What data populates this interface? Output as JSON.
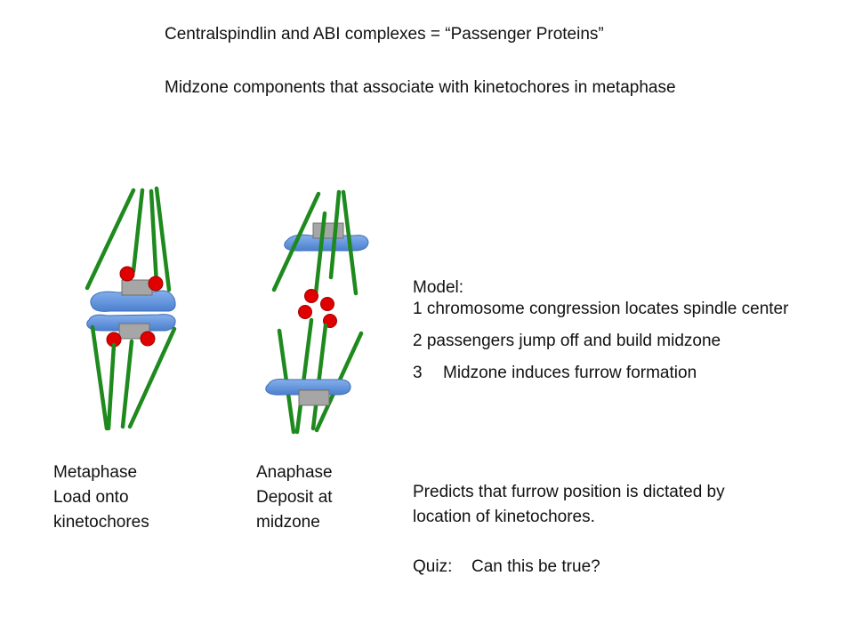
{
  "slide": {
    "title": "Centralspindlin and ABI complexes =  “Passenger Proteins”",
    "subtitle": "Midzone components that associate with kinetochores in metaphase",
    "model": {
      "heading": "Model:",
      "step1": "1 chromosome congression locates spindle center",
      "step2": "2 passengers jump off and build midzone",
      "step3_number": "3",
      "step3_text": "Midzone induces furrow formation"
    },
    "prediction": {
      "line1": "Predicts that furrow position is dictated by",
      "line2": "location of kinetochores."
    },
    "quiz": {
      "label": "Quiz:",
      "question": "Can this be true?"
    },
    "metaphase": {
      "line1": "Metaphase",
      "line2": "Load onto",
      "line3": "kinetochores"
    },
    "anaphase": {
      "line1": "Anaphase",
      "line2": "Deposit at",
      "line3": "midzone"
    }
  },
  "colors": {
    "microtubule": "#1e8a1e",
    "chromosome": "#5b8fd8",
    "chromosome_edge": "#3f6fb8",
    "kinetochore": "#a6a6a6",
    "passenger_protein": "#e00000"
  }
}
